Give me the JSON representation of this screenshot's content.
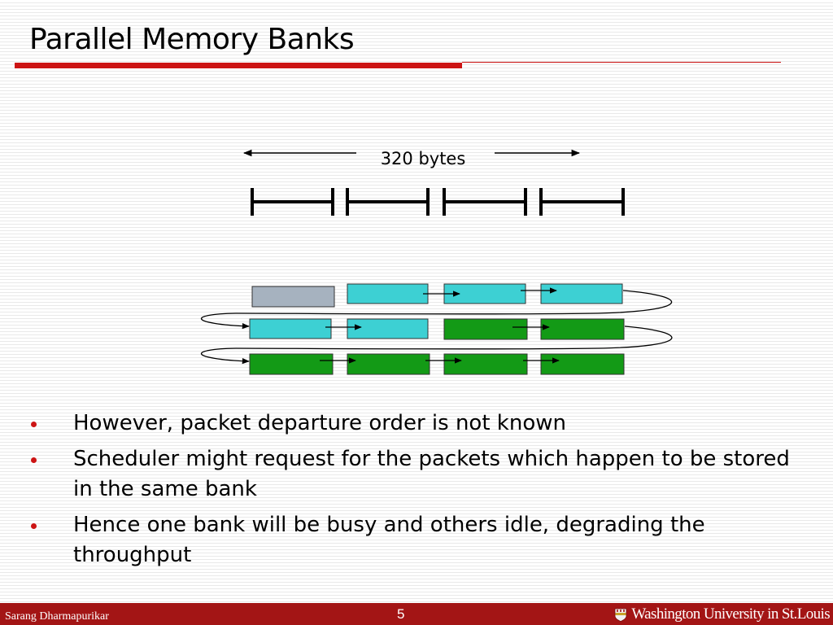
{
  "slide": {
    "title": "Parallel Memory Banks",
    "bullets": [
      "However, packet departure order is not known",
      "Scheduler might request for the packets which happen to be stored in the same bank",
      "Hence one bank will be busy and others idle, degrading the throughput"
    ]
  },
  "diagram": {
    "span_label": "320 bytes",
    "colors": {
      "gray": "#a6b2bf",
      "cyan": "#3dd0d3",
      "green": "#139a16"
    },
    "rows": [
      [
        "gray",
        "cyan",
        "cyan",
        "cyan"
      ],
      [
        "cyan",
        "cyan",
        "green",
        "green"
      ],
      [
        "green",
        "green",
        "green",
        "green"
      ]
    ]
  },
  "footer": {
    "author": "Sarang Dharmapurikar",
    "page": "5",
    "institution": "Washington University in St.Louis"
  },
  "theme": {
    "accent": "#cc1414",
    "footer_bg": "#a31515"
  }
}
